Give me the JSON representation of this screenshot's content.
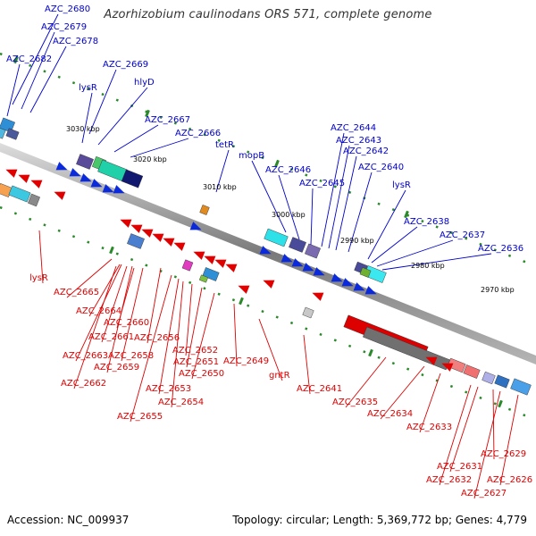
{
  "title": "Azorhizobium caulinodans ORS 571, complete genome",
  "footer": {
    "accession": "Accession: NC_009937",
    "summary": "Topology: circular; Length: 5,369,772 bp; Genes: 4,779"
  },
  "colors": {
    "plus_strand_label": "#0000cc",
    "minus_strand_label": "#dd0000",
    "backbone": "#888888",
    "tick": "#2a8a2a"
  },
  "kbp_ticks": [
    "3030 kbp",
    "3020 kbp",
    "3010 kbp",
    "3000 kbp",
    "2990 kbp",
    "2980 kbp",
    "2970 kbp"
  ],
  "plus_labels": [
    "AZC_2680",
    "AZC_2679",
    "AZC_2678",
    "AZC_2682",
    "AZC_2669",
    "lysR",
    "hlyD",
    "AZC_2667",
    "AZC_2666",
    "tetR",
    "mopB",
    "AZC_2646",
    "AZC_2645",
    "AZC_2644",
    "AZC_2643",
    "AZC_2642",
    "AZC_2640",
    "lysR",
    "AZC_2638",
    "AZC_2637",
    "AZC_2636"
  ],
  "minus_labels": [
    "lysR",
    "AZC_2665",
    "AZC_2664",
    "AZC_2660",
    "AZC_2661",
    "AZC_2656",
    "AZC_2663",
    "AZC_2658",
    "AZC_2659",
    "AZC_2652",
    "AZC_2651",
    "AZC_2649",
    "AZC_2662",
    "AZC_2650",
    "AZC_2653",
    "gntR",
    "AZC_2641",
    "AZC_2654",
    "AZC_2655",
    "AZC_2635",
    "AZC_2634",
    "AZC_2633",
    "AZC_2629",
    "AZC_2631",
    "AZC_2626",
    "AZC_2632",
    "AZC_2627"
  ]
}
